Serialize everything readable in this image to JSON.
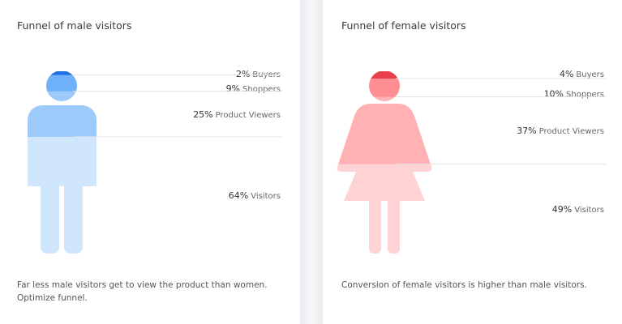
{
  "chart_data": [
    {
      "type": "funnel",
      "title": "Funnel of male visitors",
      "stages": [
        {
          "pct": "2%",
          "label": "Buyers",
          "value": 2
        },
        {
          "pct": "9%",
          "label": "Shoppers",
          "value": 9
        },
        {
          "pct": "25%",
          "label": "Product Viewers",
          "value": 25
        },
        {
          "pct": "64%",
          "label": "Visitors",
          "value": 64
        }
      ],
      "colors": [
        "#1f6fe0",
        "#6fb1f8",
        "#9ccbfb",
        "#cfe6fd"
      ],
      "note": "Far less male visitors get to view the product than women. Optimize funnel."
    },
    {
      "type": "funnel",
      "title": "Funnel of female visitors",
      "stages": [
        {
          "pct": "4%",
          "label": "Buyers",
          "value": 4
        },
        {
          "pct": "10%",
          "label": "Shoppers",
          "value": 10
        },
        {
          "pct": "37%",
          "label": "Product Viewers",
          "value": 37
        },
        {
          "pct": "49%",
          "label": "Visitors",
          "value": 49
        }
      ],
      "colors": [
        "#e8404a",
        "#ff8e93",
        "#ffb1b4",
        "#ffd2d4"
      ],
      "note": "Conversion of female visitors is higher than male visitors."
    }
  ]
}
